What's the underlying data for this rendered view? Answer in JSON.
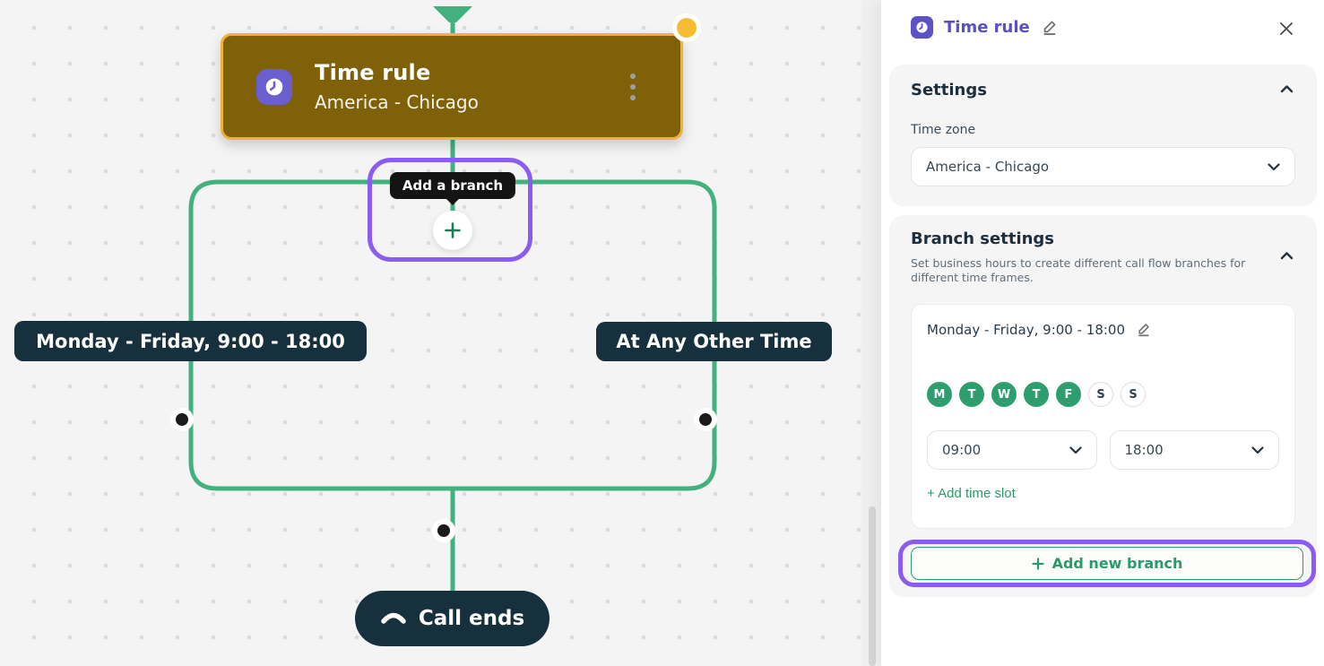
{
  "canvas": {
    "time_rule_node": {
      "title": "Time rule",
      "subtitle": "America - Chicago"
    },
    "tooltip": "Add a branch",
    "branches": [
      {
        "label": "Monday - Friday, 9:00 - 18:00"
      },
      {
        "label": "At Any Other Time"
      }
    ],
    "end_node": {
      "label": "Call ends"
    }
  },
  "panel": {
    "title": "Time rule",
    "settings": {
      "heading": "Settings",
      "timezone_label": "Time zone",
      "timezone_value": "America - Chicago"
    },
    "branch_settings": {
      "heading": "Branch settings",
      "description": "Set business hours to create different call flow branches for different time frames.",
      "branch_card": {
        "title": "Monday - Friday, 9:00 - 18:00",
        "days": [
          {
            "label": "M",
            "active": true
          },
          {
            "label": "T",
            "active": true
          },
          {
            "label": "W",
            "active": true
          },
          {
            "label": "T",
            "active": true
          },
          {
            "label": "F",
            "active": true
          },
          {
            "label": "S",
            "active": false
          },
          {
            "label": "S",
            "active": false
          }
        ],
        "start_time": "09:00",
        "end_time": "18:00",
        "add_time_slot_label": "+ Add time slot"
      },
      "add_branch_label": "Add new branch"
    }
  },
  "icons": {
    "clock": "clock-icon",
    "kebab": "kebab-menu-icon",
    "plus": "plus-icon",
    "pencil": "edit-pencil-icon",
    "close": "close-icon",
    "chevron_up": "chevron-up-icon",
    "chevron_down": "chevron-down-icon",
    "hangup": "phone-hangup-icon"
  },
  "colors": {
    "accent_purple": "#8a5cf2",
    "brand_purple": "#5a50c0",
    "connector_green": "#43b17e",
    "day_active_green": "#2e9e6e",
    "link_green": "#2a9b68",
    "navy": "#16303d",
    "node_fill": "#7e6108",
    "node_border": "#f1b336",
    "handle_yellow": "#f6bd33"
  }
}
